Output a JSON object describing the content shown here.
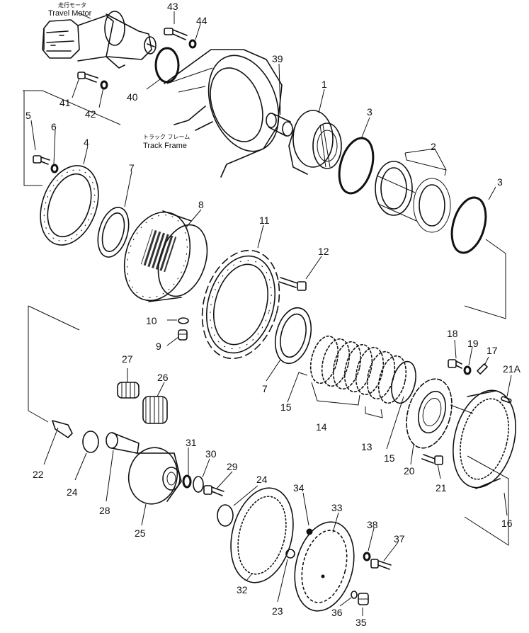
{
  "labels": {
    "travel_motor_jp": "走行モータ",
    "travel_motor": "Travel Motor",
    "track_frame_jp": "トラック フレーム",
    "track_frame": "Track Frame"
  },
  "callouts": {
    "p1": "1",
    "p2": "2",
    "p3a": "3",
    "p3b": "3",
    "p4": "4",
    "p5": "5",
    "p6": "6",
    "p7a": "7",
    "p7b": "7",
    "p8": "8",
    "p9": "9",
    "p10": "10",
    "p11": "11",
    "p12": "12",
    "p13": "13",
    "p14": "14",
    "p15a": "15",
    "p15b": "15",
    "p16": "16",
    "p17": "17",
    "p18": "18",
    "p19": "19",
    "p20": "20",
    "p21": "21",
    "p21A": "21A",
    "p22": "22",
    "p23": "23",
    "p24a": "24",
    "p24b": "24",
    "p25": "25",
    "p26": "26",
    "p27": "27",
    "p28": "28",
    "p29": "29",
    "p30": "30",
    "p31": "31",
    "p32": "32",
    "p33": "33",
    "p34": "34",
    "p35": "35",
    "p36": "36",
    "p37": "37",
    "p38": "38",
    "p39": "39",
    "p40": "40",
    "p41": "41",
    "p42": "42",
    "p43": "43",
    "p44": "44"
  }
}
